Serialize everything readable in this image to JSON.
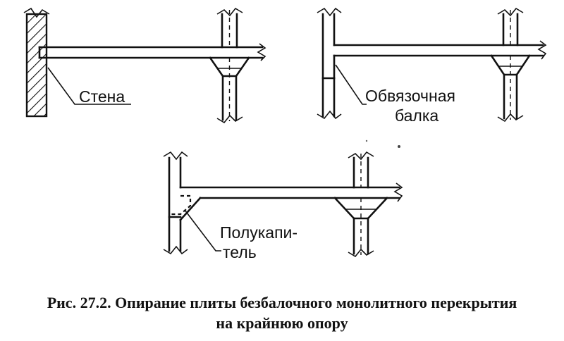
{
  "labels": {
    "wall": "Стена",
    "tie_beam_line1": "Обвязочная",
    "tie_beam_line2": "балка",
    "half_capital_line1": "Полукапи-",
    "half_capital_line2": "тель"
  },
  "caption": {
    "line1": "Рис. 27.2. Опирание плиты безбалочного монолитного перекрытия",
    "line2": "на крайнюю опору"
  },
  "colors": {
    "ink": "#111111",
    "background": "#ffffff"
  }
}
